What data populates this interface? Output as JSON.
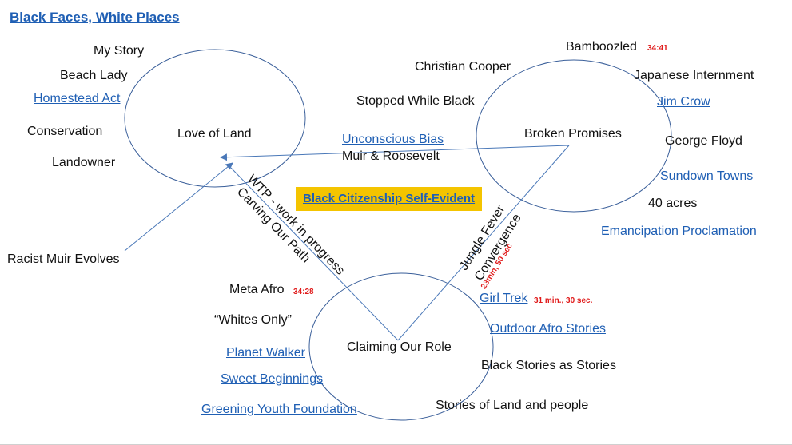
{
  "title": "Black Faces, White Places",
  "banner": "Black Citizenship Self-Evident",
  "circles": {
    "love": "Love of Land",
    "broken": "Broken Promises",
    "claiming": "Claiming Our Role"
  },
  "left": {
    "my_story": "My Story",
    "beach_lady": "Beach Lady",
    "homestead_act": "Homestead Act",
    "conservation": "Conservation",
    "landowner": "Landowner",
    "racist_muir": "Racist Muir Evolves"
  },
  "center": {
    "unconscious_bias": "Unconscious Bias",
    "muir_roosevelt": "Muir & Roosevelt",
    "stopped_while_black": "Stopped While Black",
    "christian_cooper": "Christian Cooper"
  },
  "right": {
    "bamboozled": "Bamboozled",
    "bamboozled_time": "34:41",
    "japanese_internment": "Japanese Internment",
    "jim_crow": "Jim Crow",
    "george_floyd": "George Floyd",
    "sundown_towns": "Sundown Towns",
    "forty_acres": "40 acres",
    "emancipation": "Emancipation Proclamation"
  },
  "edges": {
    "wtp": "WTP - work in progress",
    "carving": "Carving Our Path",
    "jungle_fever": "Jungle Fever",
    "convergence": "Convergence",
    "convergence_time": "23min, 50 sec"
  },
  "bottom": {
    "meta_afro": "Meta Afro",
    "meta_afro_time": "34:28",
    "whites_only": "“Whites Only”",
    "planet_walker": "Planet Walker",
    "sweet_beginnings": "Sweet Beginnings",
    "greening_youth": "Greening Youth Foundation",
    "girl_trek": "Girl Trek",
    "girl_trek_time": "31 min., 30 sec.",
    "outdoor_afro": "Outdoor Afro Stories",
    "black_stories": "Black Stories as Stories",
    "stories_land": "Stories of Land and people"
  },
  "colors": {
    "circle_stroke": "#3a5f9a",
    "arrow": "#4a78b8",
    "link": "#1f5fb4",
    "timestamp": "#e01a1a",
    "banner": "#f4c400"
  }
}
